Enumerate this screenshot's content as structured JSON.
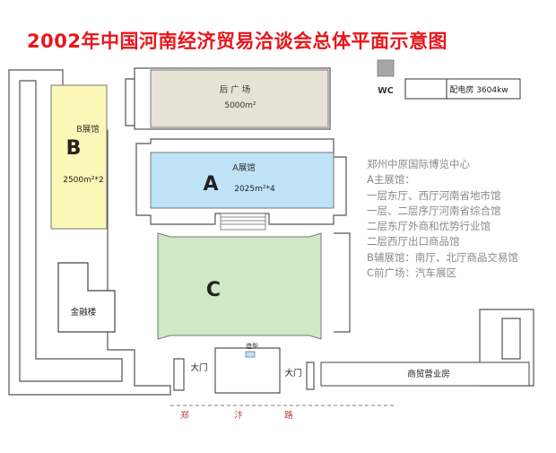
{
  "title": "2002年中国河南经济贸易洽谈会总体平面示意图",
  "areas": {
    "rear_square": {
      "name": "后 广 场",
      "size": "5000m²"
    },
    "wc": "WC",
    "power_room": "配电房 3604kw",
    "hall_b": {
      "letter": "B",
      "name": "B展馆",
      "size": "2500m²*2"
    },
    "hall_a": {
      "letter": "A",
      "name": "A展馆",
      "size": "2025m²*4"
    },
    "hall_c": {
      "letter": "C"
    },
    "finance_building": "金融楼",
    "booth": "造型",
    "gate_left": "大门",
    "gate_right": "大门",
    "commerce_building": "商贸营业房",
    "road": [
      "郑",
      "汴",
      "路"
    ]
  },
  "info": {
    "heading": "郑州中原国际博览中心",
    "lines": [
      "A主展馆：",
      "一层东厅、西厅河南省地市馆",
      "一层、二层序厅河南省综合馆",
      "二层东厅外商和优势行业馆",
      "二层西厅出口商品馆",
      "B辅展馆：南厅、北厅商品交易馆",
      "C前广场：汽车展区"
    ]
  },
  "colors": {
    "title": "#e8161b",
    "hall_a_fill": "#bfe3f7",
    "hall_b_fill": "#fbf7b6",
    "hall_c_fill": "#cfe8c5",
    "rear_square_fill": "#e7e1d6",
    "wc_fill": "#a6a6a6",
    "road_text": "#c0392b"
  }
}
